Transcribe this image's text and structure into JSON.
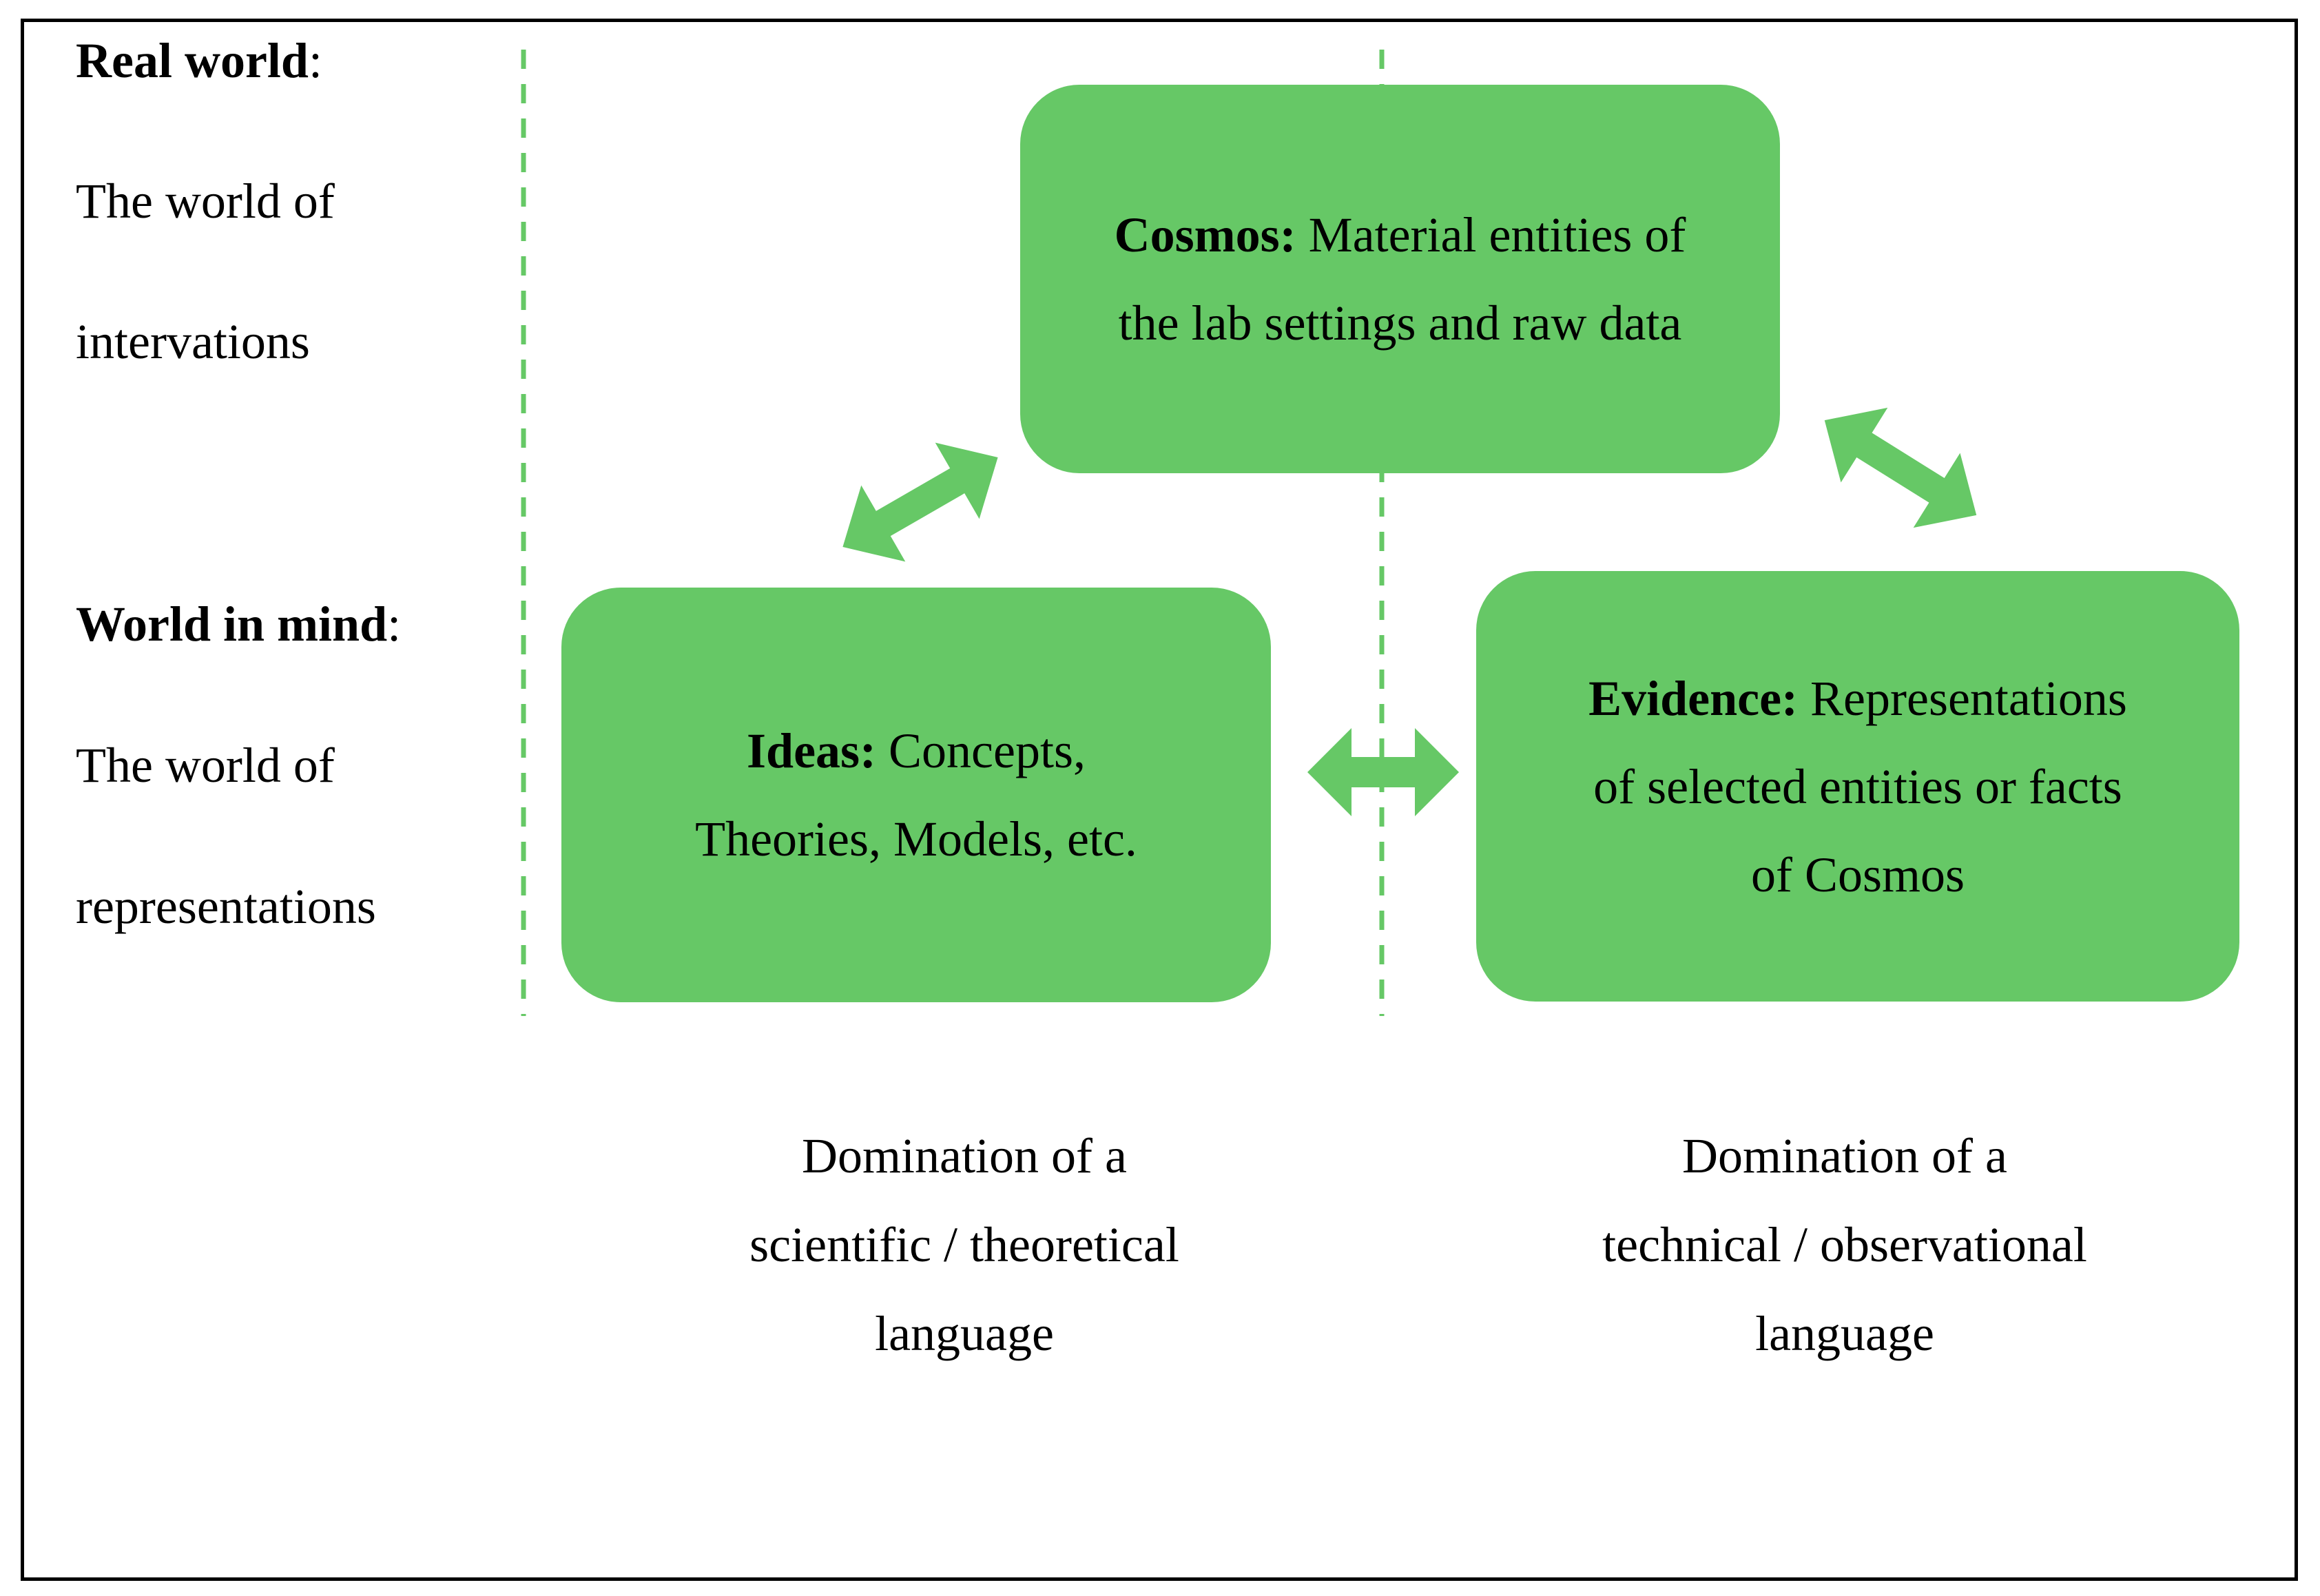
{
  "colors": {
    "box_fill": "#66c866",
    "arrow_fill": "#66c866",
    "divider": "#66c866",
    "frame": "#000000"
  },
  "left_panel": {
    "real_world_title": "Real world",
    "real_world_colon": ":",
    "real_world_line1": "The world of",
    "real_world_line2": "intervations",
    "mind_title": "World in mind",
    "mind_colon": ":",
    "mind_line1": "The world of",
    "mind_line2": "representations"
  },
  "nodes": {
    "cosmos": {
      "label": "Cosmos:",
      "text1": " Material entities of",
      "text2": "the lab settings and raw data"
    },
    "ideas": {
      "label": "Ideas:",
      "text1": " Concepts,",
      "text2": "Theories, Models, etc."
    },
    "evidence": {
      "label": "Evidence:",
      "text1": " Representations",
      "text2": "of selected entities or facts",
      "text3": "of Cosmos"
    }
  },
  "captions": {
    "left": {
      "line1": "Domination of a",
      "line2": "scientific / theoretical",
      "line3": "language"
    },
    "right": {
      "line1": "Domination of a",
      "line2": "technical / observational",
      "line3": "language"
    }
  }
}
